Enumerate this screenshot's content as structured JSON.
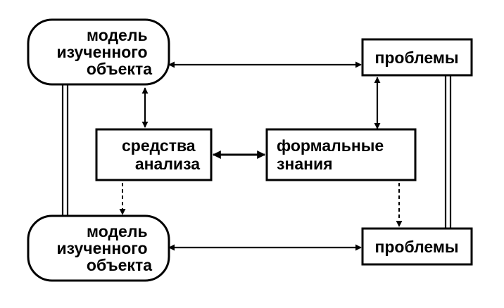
{
  "nodes": {
    "model_top": {
      "lines": [
        "модель",
        "изученного",
        "объекта"
      ]
    },
    "problems_top": {
      "lines": [
        "проблемы"
      ]
    },
    "analysis_means": {
      "lines": [
        "средства",
        "анализа"
      ]
    },
    "formal_knowledge": {
      "lines": [
        "формальные",
        "знания"
      ]
    },
    "model_bottom": {
      "lines": [
        "модель",
        "изученного",
        "объекта"
      ]
    },
    "problems_bottom": {
      "lines": [
        "проблемы"
      ]
    }
  }
}
